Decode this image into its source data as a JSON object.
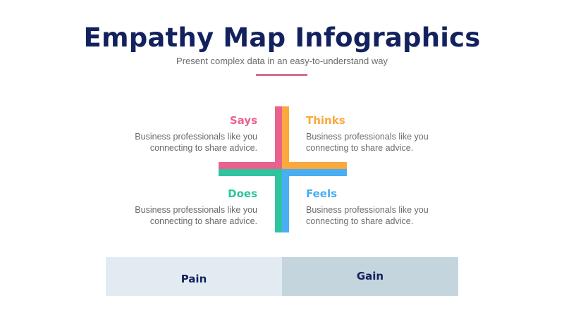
{
  "header": {
    "title": "Empathy Map Infographics",
    "subtitle": "Present complex data in an easy-to-understand way"
  },
  "colors": {
    "title": "#13225e",
    "accent_divider": "#d86d8f",
    "says": "#e9628d",
    "thinks": "#fba83e",
    "does": "#2ec4a0",
    "feels": "#49aef2",
    "pain_bg": "#e3ebf2",
    "gain_bg": "#c5d5de"
  },
  "quadrants": {
    "says": {
      "title": "Says",
      "line1": "Business professionals like you",
      "line2": "connecting to share advice."
    },
    "thinks": {
      "title": "Thinks",
      "line1": "Business professionals like you",
      "line2": "connecting to share advice."
    },
    "does": {
      "title": "Does",
      "line1": "Business professionals like you",
      "line2": "connecting to share advice."
    },
    "feels": {
      "title": "Feels",
      "line1": "Business professionals like you",
      "line2": "connecting to share advice."
    }
  },
  "bottom": {
    "pain": "Pain",
    "gain": "Gain"
  }
}
